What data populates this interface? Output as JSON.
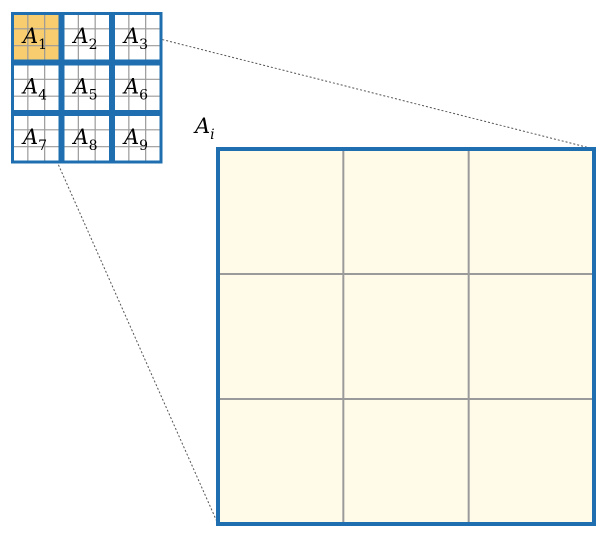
{
  "diagram": {
    "small_blocks": [
      {
        "base": "A",
        "sub": "1",
        "highlighted": true
      },
      {
        "base": "A",
        "sub": "2",
        "highlighted": false
      },
      {
        "base": "A",
        "sub": "3",
        "highlighted": false
      },
      {
        "base": "A",
        "sub": "4",
        "highlighted": false
      },
      {
        "base": "A",
        "sub": "5",
        "highlighted": false
      },
      {
        "base": "A",
        "sub": "6",
        "highlighted": false
      },
      {
        "base": "A",
        "sub": "7",
        "highlighted": false
      },
      {
        "base": "A",
        "sub": "8",
        "highlighted": false
      },
      {
        "base": "A",
        "sub": "9",
        "highlighted": false
      }
    ],
    "zoom_label": {
      "base": "A",
      "sub": "i"
    },
    "colors": {
      "block_border": "#1f6fb0",
      "grid_line": "#9a9a9a",
      "highlight_fill": "#f7cd6f",
      "zoom_fill": "#fffbe8",
      "connector": "#555555"
    }
  }
}
